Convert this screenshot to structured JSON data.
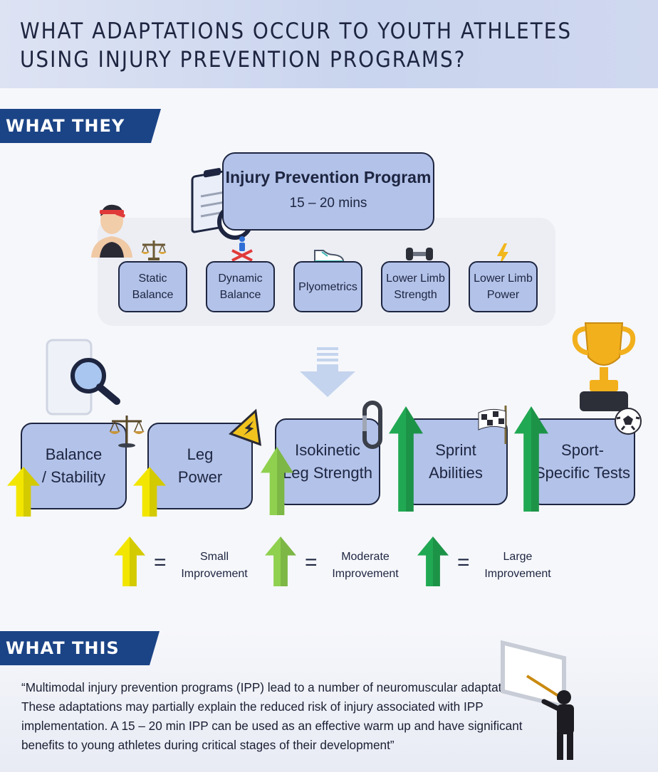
{
  "header": {
    "title_line1": "WHAT ADAPTATIONS OCCUR TO YOUTH ATHLETES",
    "title_line2": "USING INJURY PREVENTION PROGRAMS?"
  },
  "sections": {
    "found": "WHAT THEY FOUND",
    "means": "WHAT THIS MEANS"
  },
  "program": {
    "title": "Injury Prevention Program",
    "duration": "15 – 20 mins",
    "components": [
      {
        "label": "Static\nBalance",
        "icon": "scale-icon"
      },
      {
        "label": "Dynamic\nBalance",
        "icon": "person-on-platform-icon"
      },
      {
        "label": "Plyometrics",
        "icon": "sneaker-icon"
      },
      {
        "label": "Lower Limb\nStrength",
        "icon": "dumbbell-icon"
      },
      {
        "label": "Lower Limb\nPower",
        "icon": "lightning-icon"
      }
    ]
  },
  "outcomes": [
    {
      "label": "Balance\n/ Stability",
      "improvement": "small",
      "icon": "scale-icon"
    },
    {
      "label": "Leg\nPower",
      "improvement": "small",
      "icon": "warning-lightning-icon"
    },
    {
      "label": "Isokinetic\nLeg Strength",
      "improvement": "moderate",
      "icon": "carabiner-icon"
    },
    {
      "label": "Sprint\nAbilities",
      "improvement": "large",
      "icon": "checkered-flag-icon"
    },
    {
      "label": "Sport-\nSpecific Tests",
      "improvement": "large",
      "icon": "trophy-icon"
    }
  ],
  "legend": [
    {
      "level": "small",
      "equals": "=",
      "label": "Small\nImprovement"
    },
    {
      "level": "moderate",
      "equals": "=",
      "label": "Moderate\nImprovement"
    },
    {
      "level": "large",
      "equals": "=",
      "label": "Large\nImprovement"
    }
  ],
  "colors": {
    "small": "#f2e600",
    "moderate": "#8fd14f",
    "large": "#21a853",
    "box_fill": "#b3c2e9",
    "tag_blue": "#1b4486"
  },
  "quote": "“Multimodal injury prevention programs (IPP) lead to a number of neuromuscular adaptations. These adaptations may partially explain the reduced risk of injury associated with IPP implementation. A 15 – 20 min IPP can be used as an effective warm up and have significant benefits to young athletes during critical stages of their development”"
}
